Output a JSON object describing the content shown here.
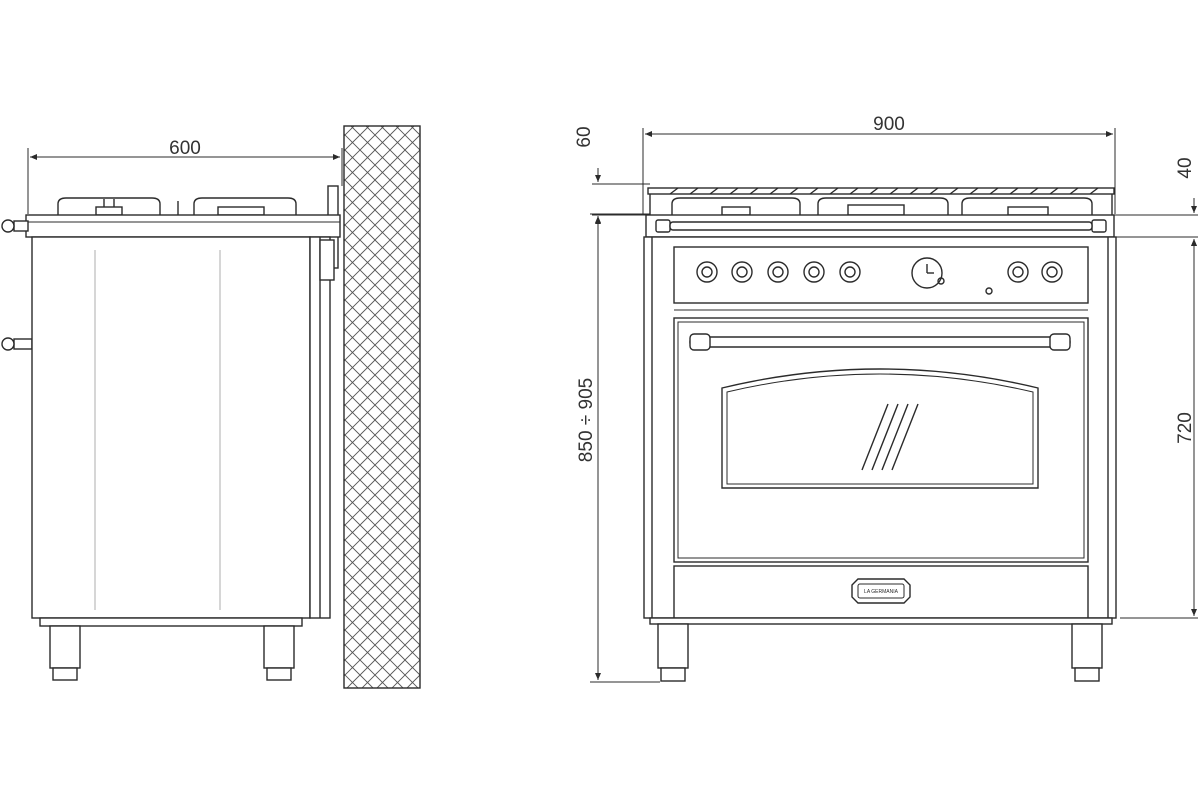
{
  "dimensions": {
    "side_depth": "600",
    "front_width": "900",
    "top_rail_height": "60",
    "backguard_height": "40",
    "total_height": "850 ÷ 905",
    "body_height": "720"
  },
  "brand_badge": {
    "text": "LA GERMANIA"
  },
  "colors": {
    "line": "#2b2b2b",
    "hatch": "#555555",
    "background": "#ffffff"
  }
}
